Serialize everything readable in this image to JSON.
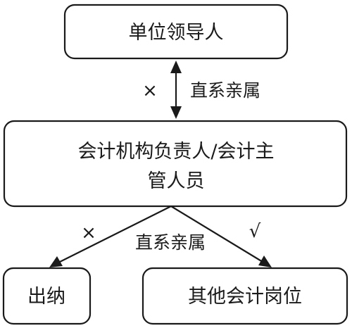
{
  "nodes": {
    "leader": "单位领导人",
    "head_line1": "会计机构负责人/会计主",
    "head_line2": "管人员",
    "cashier": "出纳",
    "other": "其他会计岗位"
  },
  "edges": {
    "top": {
      "label": "直系亲属",
      "mark": "×"
    },
    "bottom": {
      "label": "直系亲属",
      "left_mark": "×",
      "right_mark": "√"
    }
  }
}
